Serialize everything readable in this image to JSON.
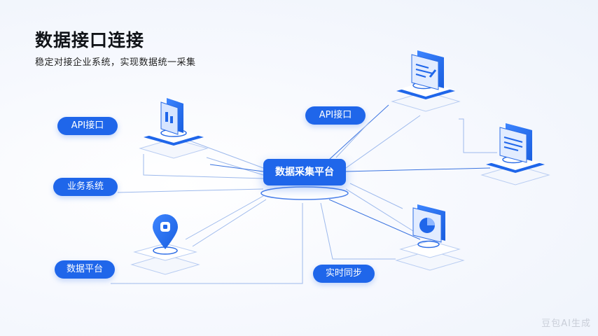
{
  "header": {
    "title": "数据接口连接",
    "subtitle": "稳定对接企业系统，实现数据统一采集"
  },
  "hub": {
    "label": "数据采集平台"
  },
  "labels": {
    "api_left": "API接口",
    "business": "业务系统",
    "data_platform": "数据平台",
    "api_right": "API接口",
    "realtime_sync": "实时同步"
  },
  "icons": {
    "doc_left": "document-icon",
    "location": "location-pin-icon",
    "doc_top_right": "document-edit-icon",
    "doc_right": "document-list-icon",
    "chart": "pie-chart-icon"
  },
  "colors": {
    "accent": "#1f66ea",
    "line": "#8fb0ea"
  },
  "watermark": "豆包AI生成"
}
